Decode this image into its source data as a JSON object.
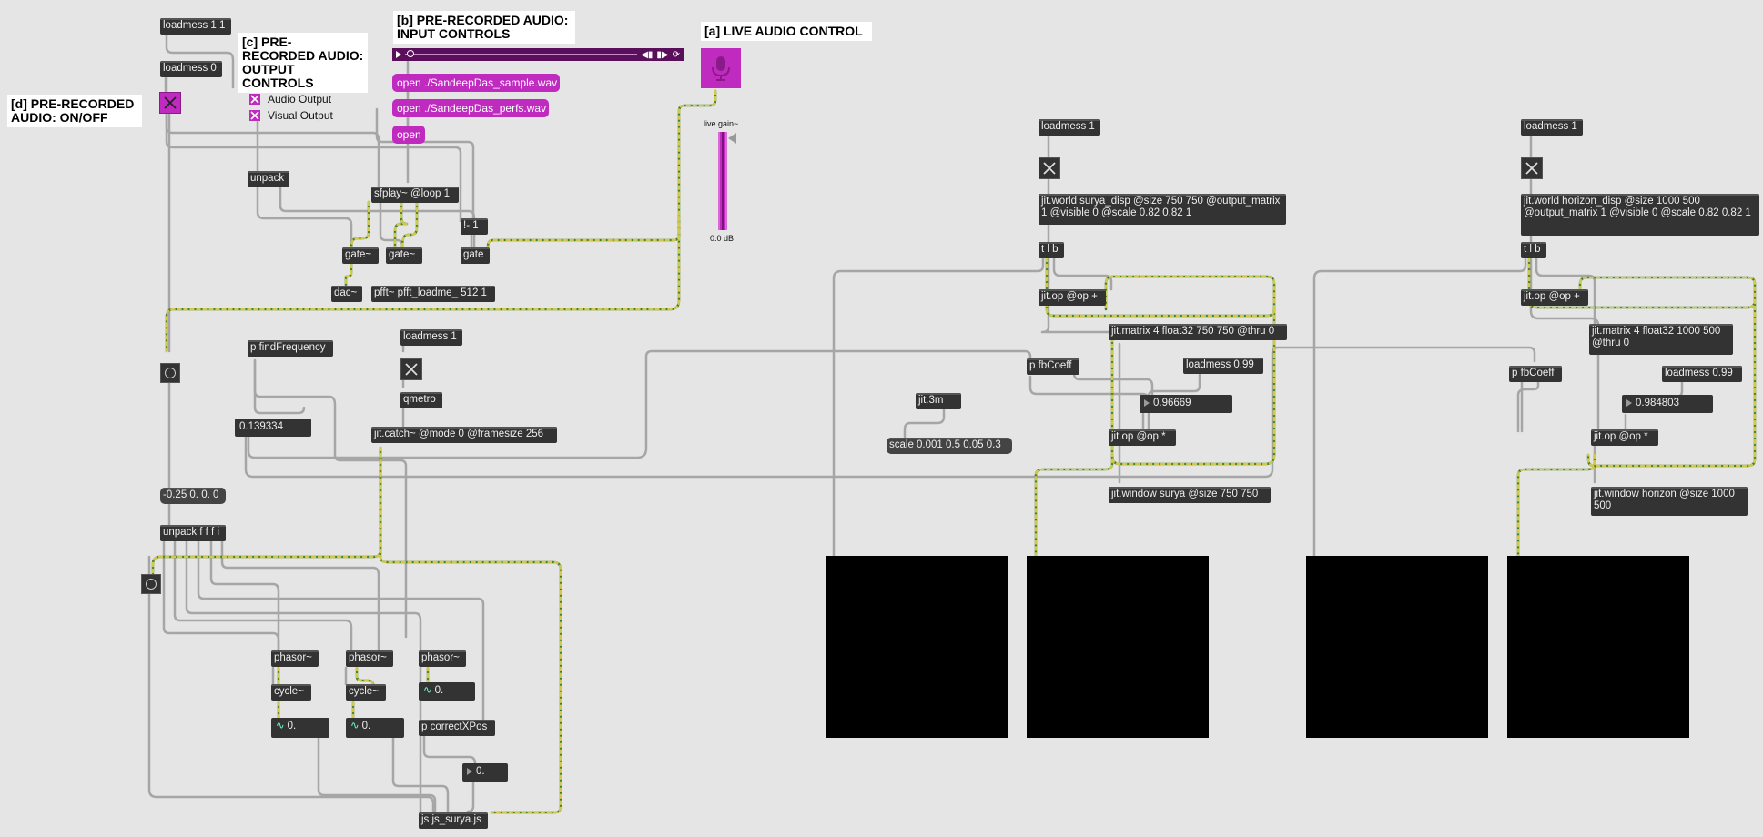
{
  "comments": {
    "d": "[d] PRE-RECORDED AUDIO: ON/OFF",
    "c": "[c] PRE-RECORDED AUDIO: OUTPUT CONTROLS",
    "b": "[b] PRE-RECORDED AUDIO: INPUT CONTROLS",
    "a": "[a] LIVE AUDIO CONTROL"
  },
  "checkboxes": {
    "audio_output": "Audio Output",
    "visual_output": "Visual Output"
  },
  "objects": {
    "loadmess_1_1": "loadmess 1 1",
    "loadmess_0": "loadmess 0",
    "unpack": "unpack",
    "sfplay": "sfplay~ @loop 1",
    "not_minus": "!- 1",
    "gate_tilde_1": "gate~",
    "gate_tilde_2": "gate~",
    "gate": "gate",
    "dac": "dac~",
    "pfft": "pfft~ pfft_loadme_ 512 1",
    "findfreq": "p findFrequency",
    "loadmess_1_mid": "loadmess 1",
    "qmetro": "qmetro",
    "jit_catch": "jit.catch~ @mode 0 @framesize 256",
    "unpack_ffff": "unpack f f f i",
    "phasor_1": "phasor~",
    "phasor_2": "phasor~",
    "phasor_3": "phasor~",
    "cycle_1": "cycle~",
    "cycle_2": "cycle~",
    "correctxpos": "p correctXPos",
    "js_surya": "js js_surya.js",
    "loadmess_1_surya": "loadmess 1",
    "jit_world_surya": "jit.world surya_disp @size 750 750 @output_matrix 1 @visible 0 @scale 0.82 0.82 1",
    "tib_surya": "t l b",
    "jitop_plus_surya": "jit.op @op +",
    "jitmatrix_surya": "jit.matrix 4 float32 750 750 @thru 0",
    "fbcoeff_surya": "p fbCoeff",
    "loadmess_099_surya": "loadmess 0.99",
    "jitop_times_surya": "jit.op @op *",
    "jitwindow_surya": "jit.window surya @size 750 750",
    "jit3m": "jit.3m",
    "loadmess_1_horizon": "loadmess 1",
    "jit_world_horizon": "jit.world horizon_disp @size 1000 500 @output_matrix 1 @visible 0 @scale 0.82 0.82 1",
    "tib_horizon": "t l b",
    "jitop_plus_horizon": "jit.op @op +",
    "jitmatrix_horizon": "jit.matrix 4 float32 1000 500 @thru 0",
    "fbcoeff_horizon": "p fbCoeff",
    "loadmess_099_horizon": "loadmess 0.99",
    "jitop_times_horizon": "jit.op @op *",
    "jitwindow_horizon": "jit.window horizon @size 1000 500"
  },
  "messages": {
    "open_sample": "open ./SandeepDas_sample.wav",
    "open_perfs": "open ./SandeepDas_perfs.wav",
    "open": "open",
    "scale": "scale 0.001 0.5 0.05 0.3",
    "list_vals": "-0.25 0. 0. 0"
  },
  "numbers": {
    "findfreq_out": "0.139334",
    "sig_1": "0.",
    "sig_2": "0.",
    "sig_3": "0.",
    "float_out": "0.",
    "surya_fb": "0.96669",
    "horizon_fb": "0.984803"
  },
  "live_gain": {
    "label": "live.gain~",
    "value": "0.0 dB"
  },
  "colors": {
    "background": "#e5e5e5",
    "object": "#333333",
    "message": "#bf2bbf",
    "patchcord": "#a6a6a6",
    "signal_cord": "#3f7f2f",
    "signal_dash": "#d2c84a"
  },
  "icons": {
    "microphone": "microphone-icon",
    "toggle_x": "x-icon",
    "button_ring": "ring-icon",
    "play": "play-icon"
  }
}
